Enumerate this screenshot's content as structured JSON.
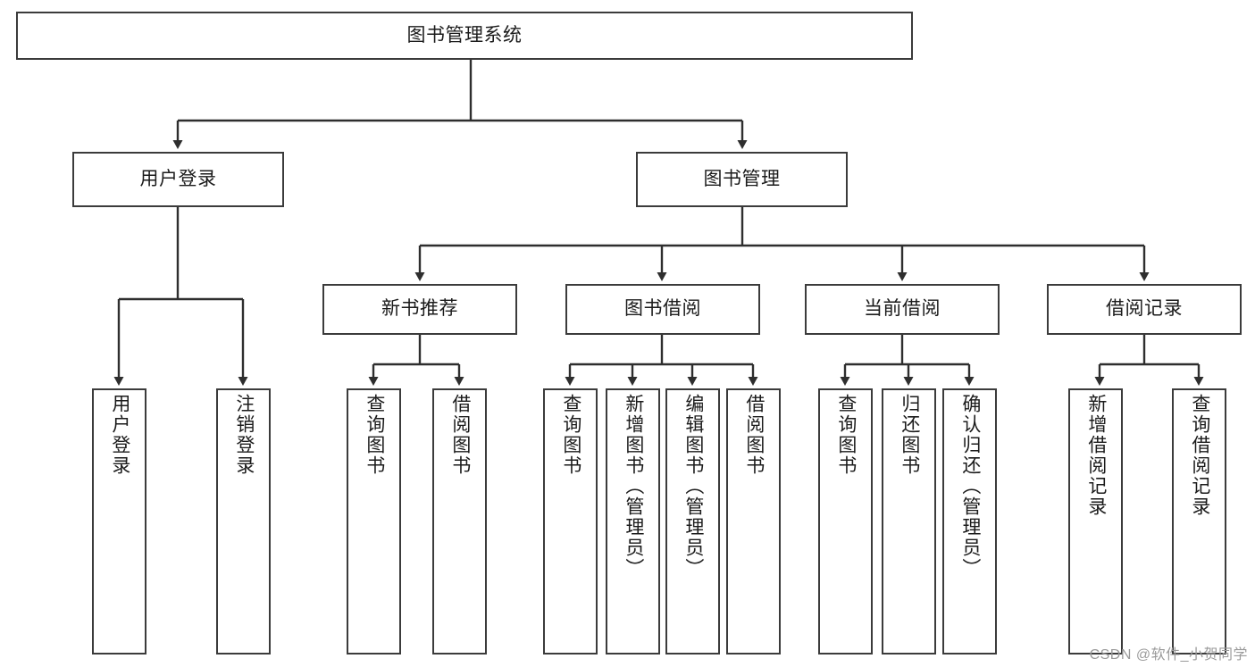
{
  "diagram": {
    "type": "tree-hierarchy-chart",
    "title": "图书管理系统",
    "stroke_color": "#3b3b3b",
    "fill_color": "#ffffff",
    "text_color": "#1a1a1a",
    "levels": {
      "root": {
        "label": "图书管理系统"
      },
      "level2": [
        {
          "label": "用户登录"
        },
        {
          "label": "图书管理"
        }
      ],
      "level3": [
        {
          "label": "新书推荐"
        },
        {
          "label": "图书借阅"
        },
        {
          "label": "当前借阅"
        },
        {
          "label": "借阅记录"
        }
      ],
      "leaves": {
        "user_login": [
          {
            "label": "用户登录"
          },
          {
            "label": "注销登录"
          }
        ],
        "new_book_recommend": [
          {
            "label": "查询图书"
          },
          {
            "label": "借阅图书"
          }
        ],
        "book_borrow": [
          {
            "label": "查询图书"
          },
          {
            "label": "新增图书（管理员）"
          },
          {
            "label": "编辑图书（管理员）"
          },
          {
            "label": "借阅图书"
          }
        ],
        "current_borrow": [
          {
            "label": "查询图书"
          },
          {
            "label": "归还图书"
          },
          {
            "label": "确认归还（管理员）"
          }
        ],
        "borrow_record": [
          {
            "label": "新增借阅记录"
          },
          {
            "label": "查询借阅记录"
          }
        ]
      }
    },
    "watermark": "CSDN @软件_小贺同学"
  }
}
